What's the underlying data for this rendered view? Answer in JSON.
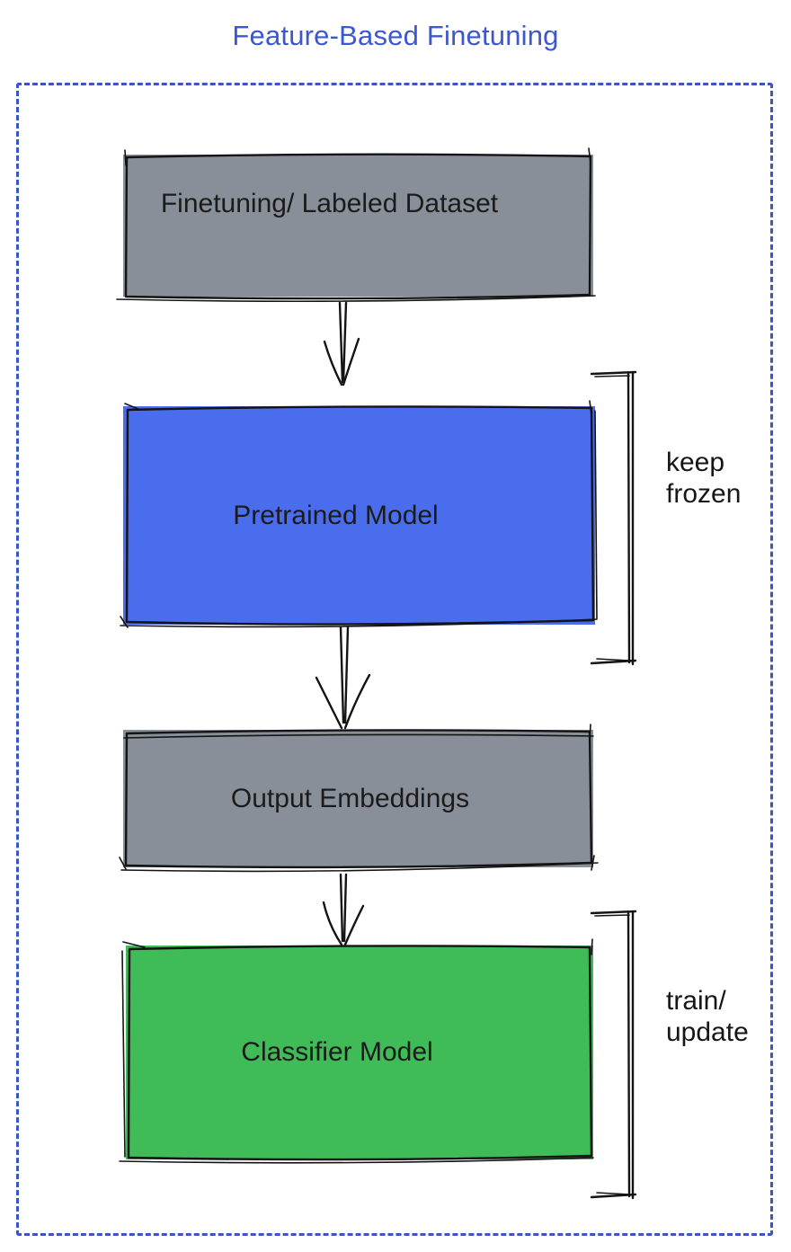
{
  "title": "Feature-Based Finetuning",
  "colors": {
    "title_text": "#3d57cf",
    "container_dash": "#3a55c5",
    "box_stroke": "#141414",
    "label_text": "#1b1b1b",
    "gray_fill": "#898f98",
    "blue_fill": "#4a6dee",
    "green_fill": "#3fbb58"
  },
  "boxes": [
    {
      "label": "Finetuning/ Labeled Dataset",
      "fill_key": "gray_fill"
    },
    {
      "label": "Pretrained Model",
      "fill_key": "blue_fill"
    },
    {
      "label": "Output Embeddings",
      "fill_key": "gray_fill"
    },
    {
      "label": "Classifier Model",
      "fill_key": "green_fill"
    }
  ],
  "annotations": [
    {
      "text": "keep\nfrozen"
    },
    {
      "text": "train/\nupdate"
    }
  ]
}
